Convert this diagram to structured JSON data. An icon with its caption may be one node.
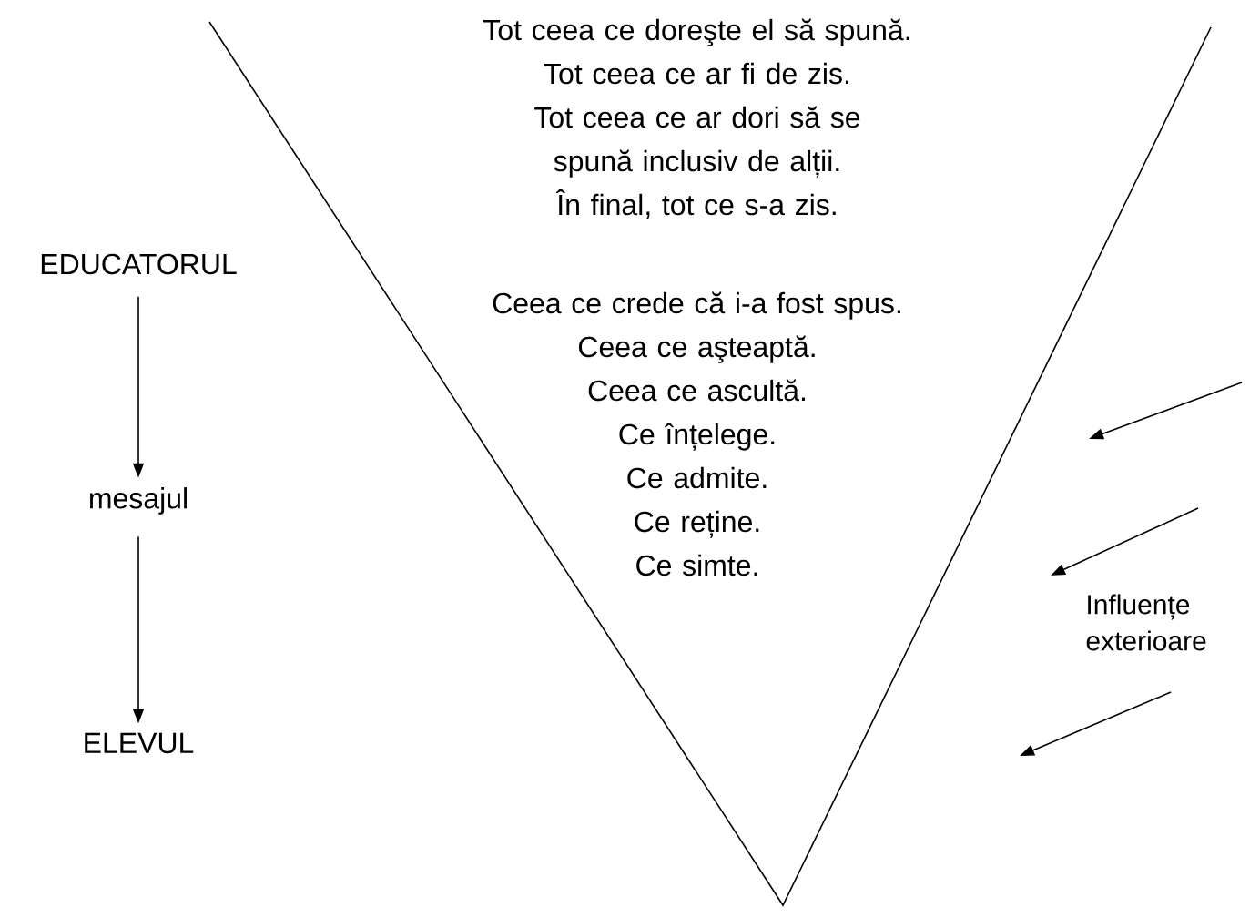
{
  "diagram": {
    "nodes": [
      {
        "text": [
          "EDUCATORUL"
        ]
      },
      {
        "text": [
          "mesajul"
        ]
      },
      {
        "text": [
          "ELEVUL"
        ]
      },
      {
        "text": [
          "Tot ceea ce doreşte el să spună.",
          "Tot ceea ce ar fi de zis.",
          "Tot ceea ce ar dori să se spună inclusiv de alții.",
          "În final, tot ce s-a zis.",
          "Ceea ce crede că i-a fost spus.",
          "Ceea ce aşteaptă.",
          "Ceea ce ascultă.",
          "Ce înțelege.",
          "Ce admite.",
          "Ce reține.",
          "Ce simte."
        ]
      }
    ],
    "edges": [
      {
        "from": 0,
        "to": 1,
        "arrow": "to"
      },
      {
        "from": 1,
        "to": 2,
        "arrow": "to"
      }
    ],
    "labels": [
      "Influențe exterioare"
    ]
  }
}
